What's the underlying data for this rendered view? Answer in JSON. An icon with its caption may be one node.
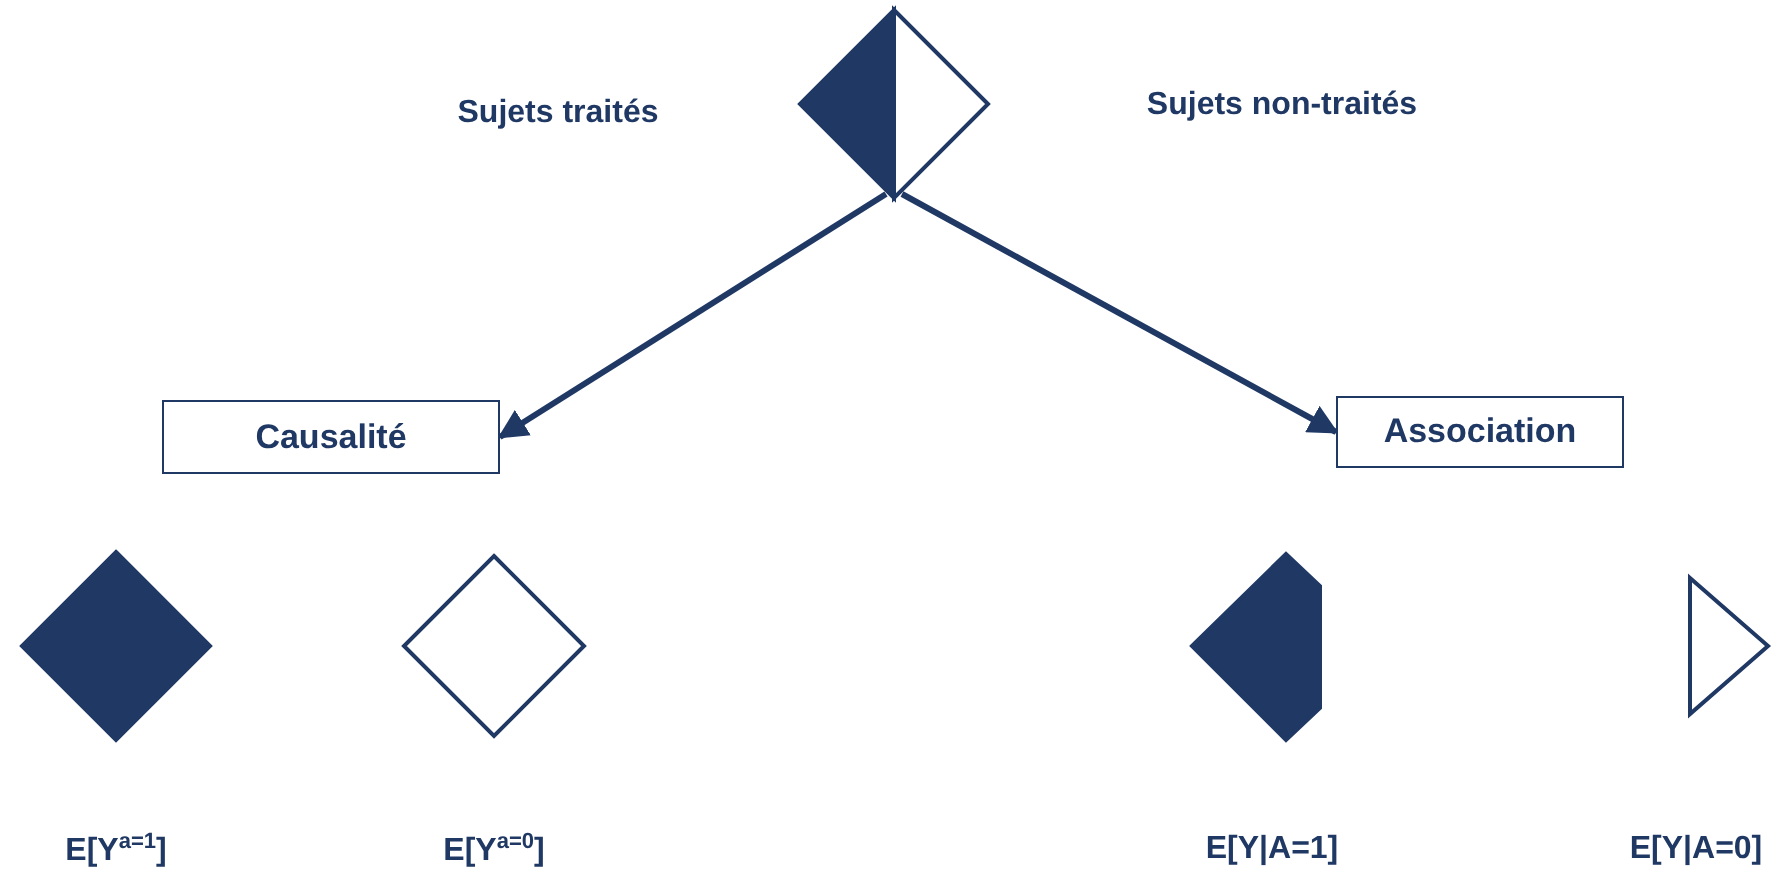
{
  "diagram": {
    "nodes": [
      {
        "text": [],
        "shape": "diamond"
      },
      {
        "text": [
          "Causalité"
        ]
      },
      {
        "text": [
          "Association"
        ]
      },
      {
        "text": [],
        "shape": "diamond",
        "beside": [
          "E[Y$^{a=1}$]"
        ]
      },
      {
        "text": [],
        "shape": "diamond",
        "beside": [
          "E[Y$^{a=0}$]"
        ]
      },
      {
        "text": [],
        "shape": "diamond",
        "beside": [
          "E[Y|A=1]"
        ]
      },
      {
        "text": [],
        "shape": "triangle",
        "beside": [
          "E[Y|A=0]"
        ]
      }
    ],
    "edges": [
      {
        "from": 0,
        "to": 1,
        "arrow": "to"
      },
      {
        "from": 0,
        "to": 2,
        "arrow": "to"
      }
    ],
    "labels": [
      "Sujets traités",
      "Sujets non-traités"
    ]
  }
}
